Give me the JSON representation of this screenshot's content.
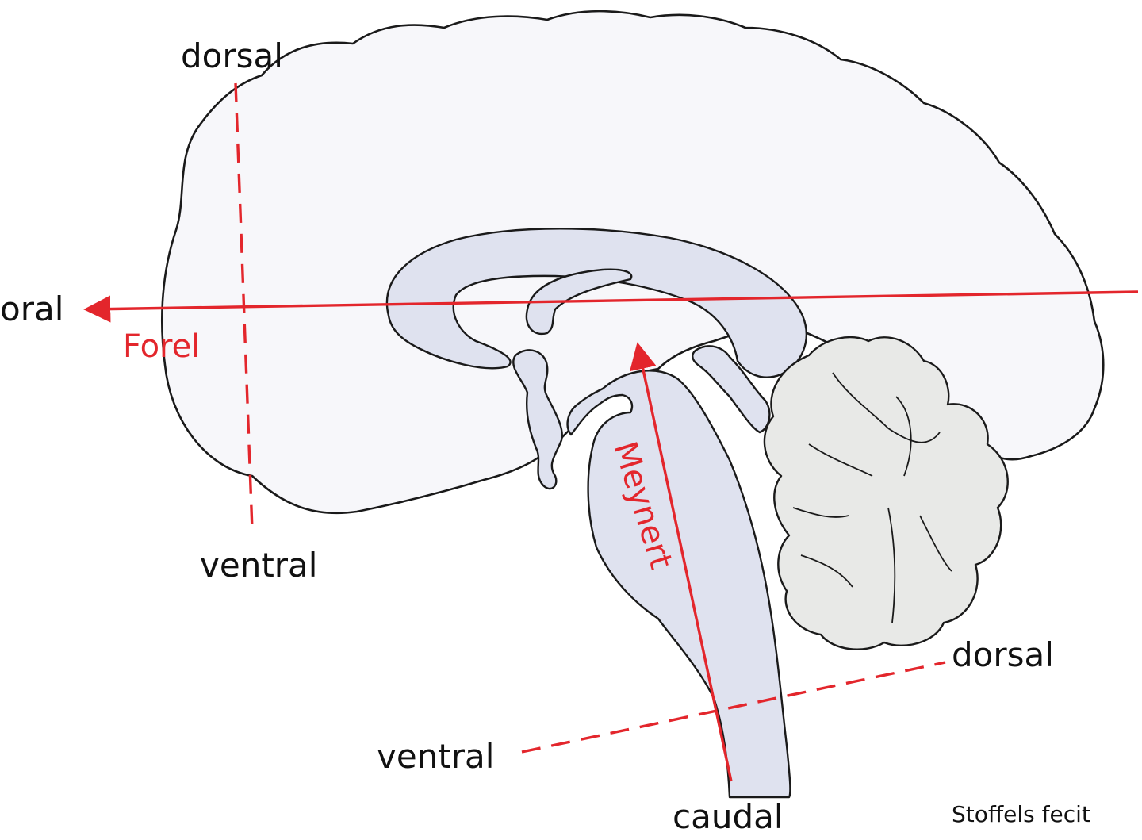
{
  "labels": {
    "dorsal_top": "dorsal",
    "ventral_left": "ventral",
    "oral": "oral",
    "forel": "Forel",
    "meynert": "Meynert",
    "dorsal_right": "dorsal",
    "ventral_bottom": "ventral",
    "caudal": "caudal",
    "credit": "Stoffels fecit"
  },
  "colors": {
    "axis_red": "#e3262c",
    "ventricle_fill": "#dfe2ef",
    "cerebellum_fill": "#e8e9e7",
    "brain_fill": "#f7f7fa",
    "text": "#111111"
  }
}
